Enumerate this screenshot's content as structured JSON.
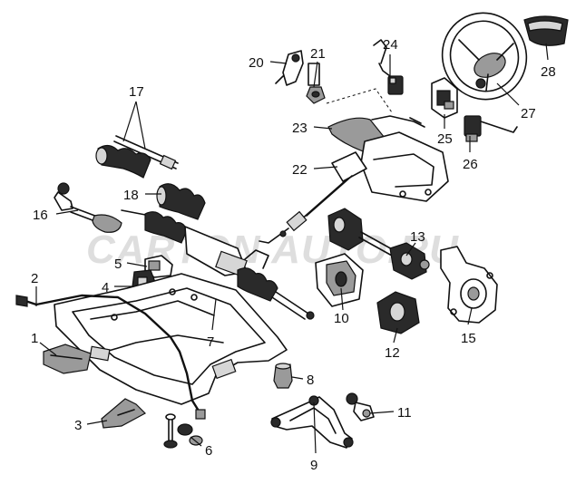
{
  "watermark": "CARTON AUTO.RU",
  "callouts": [
    {
      "id": "1",
      "label": "1"
    },
    {
      "id": "2",
      "label": "2"
    },
    {
      "id": "3",
      "label": "3"
    },
    {
      "id": "4",
      "label": "4"
    },
    {
      "id": "5",
      "label": "5"
    },
    {
      "id": "6",
      "label": "6"
    },
    {
      "id": "7",
      "label": "7"
    },
    {
      "id": "8",
      "label": "8"
    },
    {
      "id": "9",
      "label": "9"
    },
    {
      "id": "10",
      "label": "10"
    },
    {
      "id": "11",
      "label": "11"
    },
    {
      "id": "12",
      "label": "12"
    },
    {
      "id": "13",
      "label": "13"
    },
    {
      "id": "15",
      "label": "15"
    },
    {
      "id": "16",
      "label": "16"
    },
    {
      "id": "17",
      "label": "17"
    },
    {
      "id": "18",
      "label": "18"
    },
    {
      "id": "20",
      "label": "20"
    },
    {
      "id": "21",
      "label": "21"
    },
    {
      "id": "22",
      "label": "22"
    },
    {
      "id": "23",
      "label": "23"
    },
    {
      "id": "24",
      "label": "24"
    },
    {
      "id": "25",
      "label": "25"
    },
    {
      "id": "26",
      "label": "26"
    },
    {
      "id": "27",
      "label": "27"
    },
    {
      "id": "28",
      "label": "28"
    }
  ]
}
